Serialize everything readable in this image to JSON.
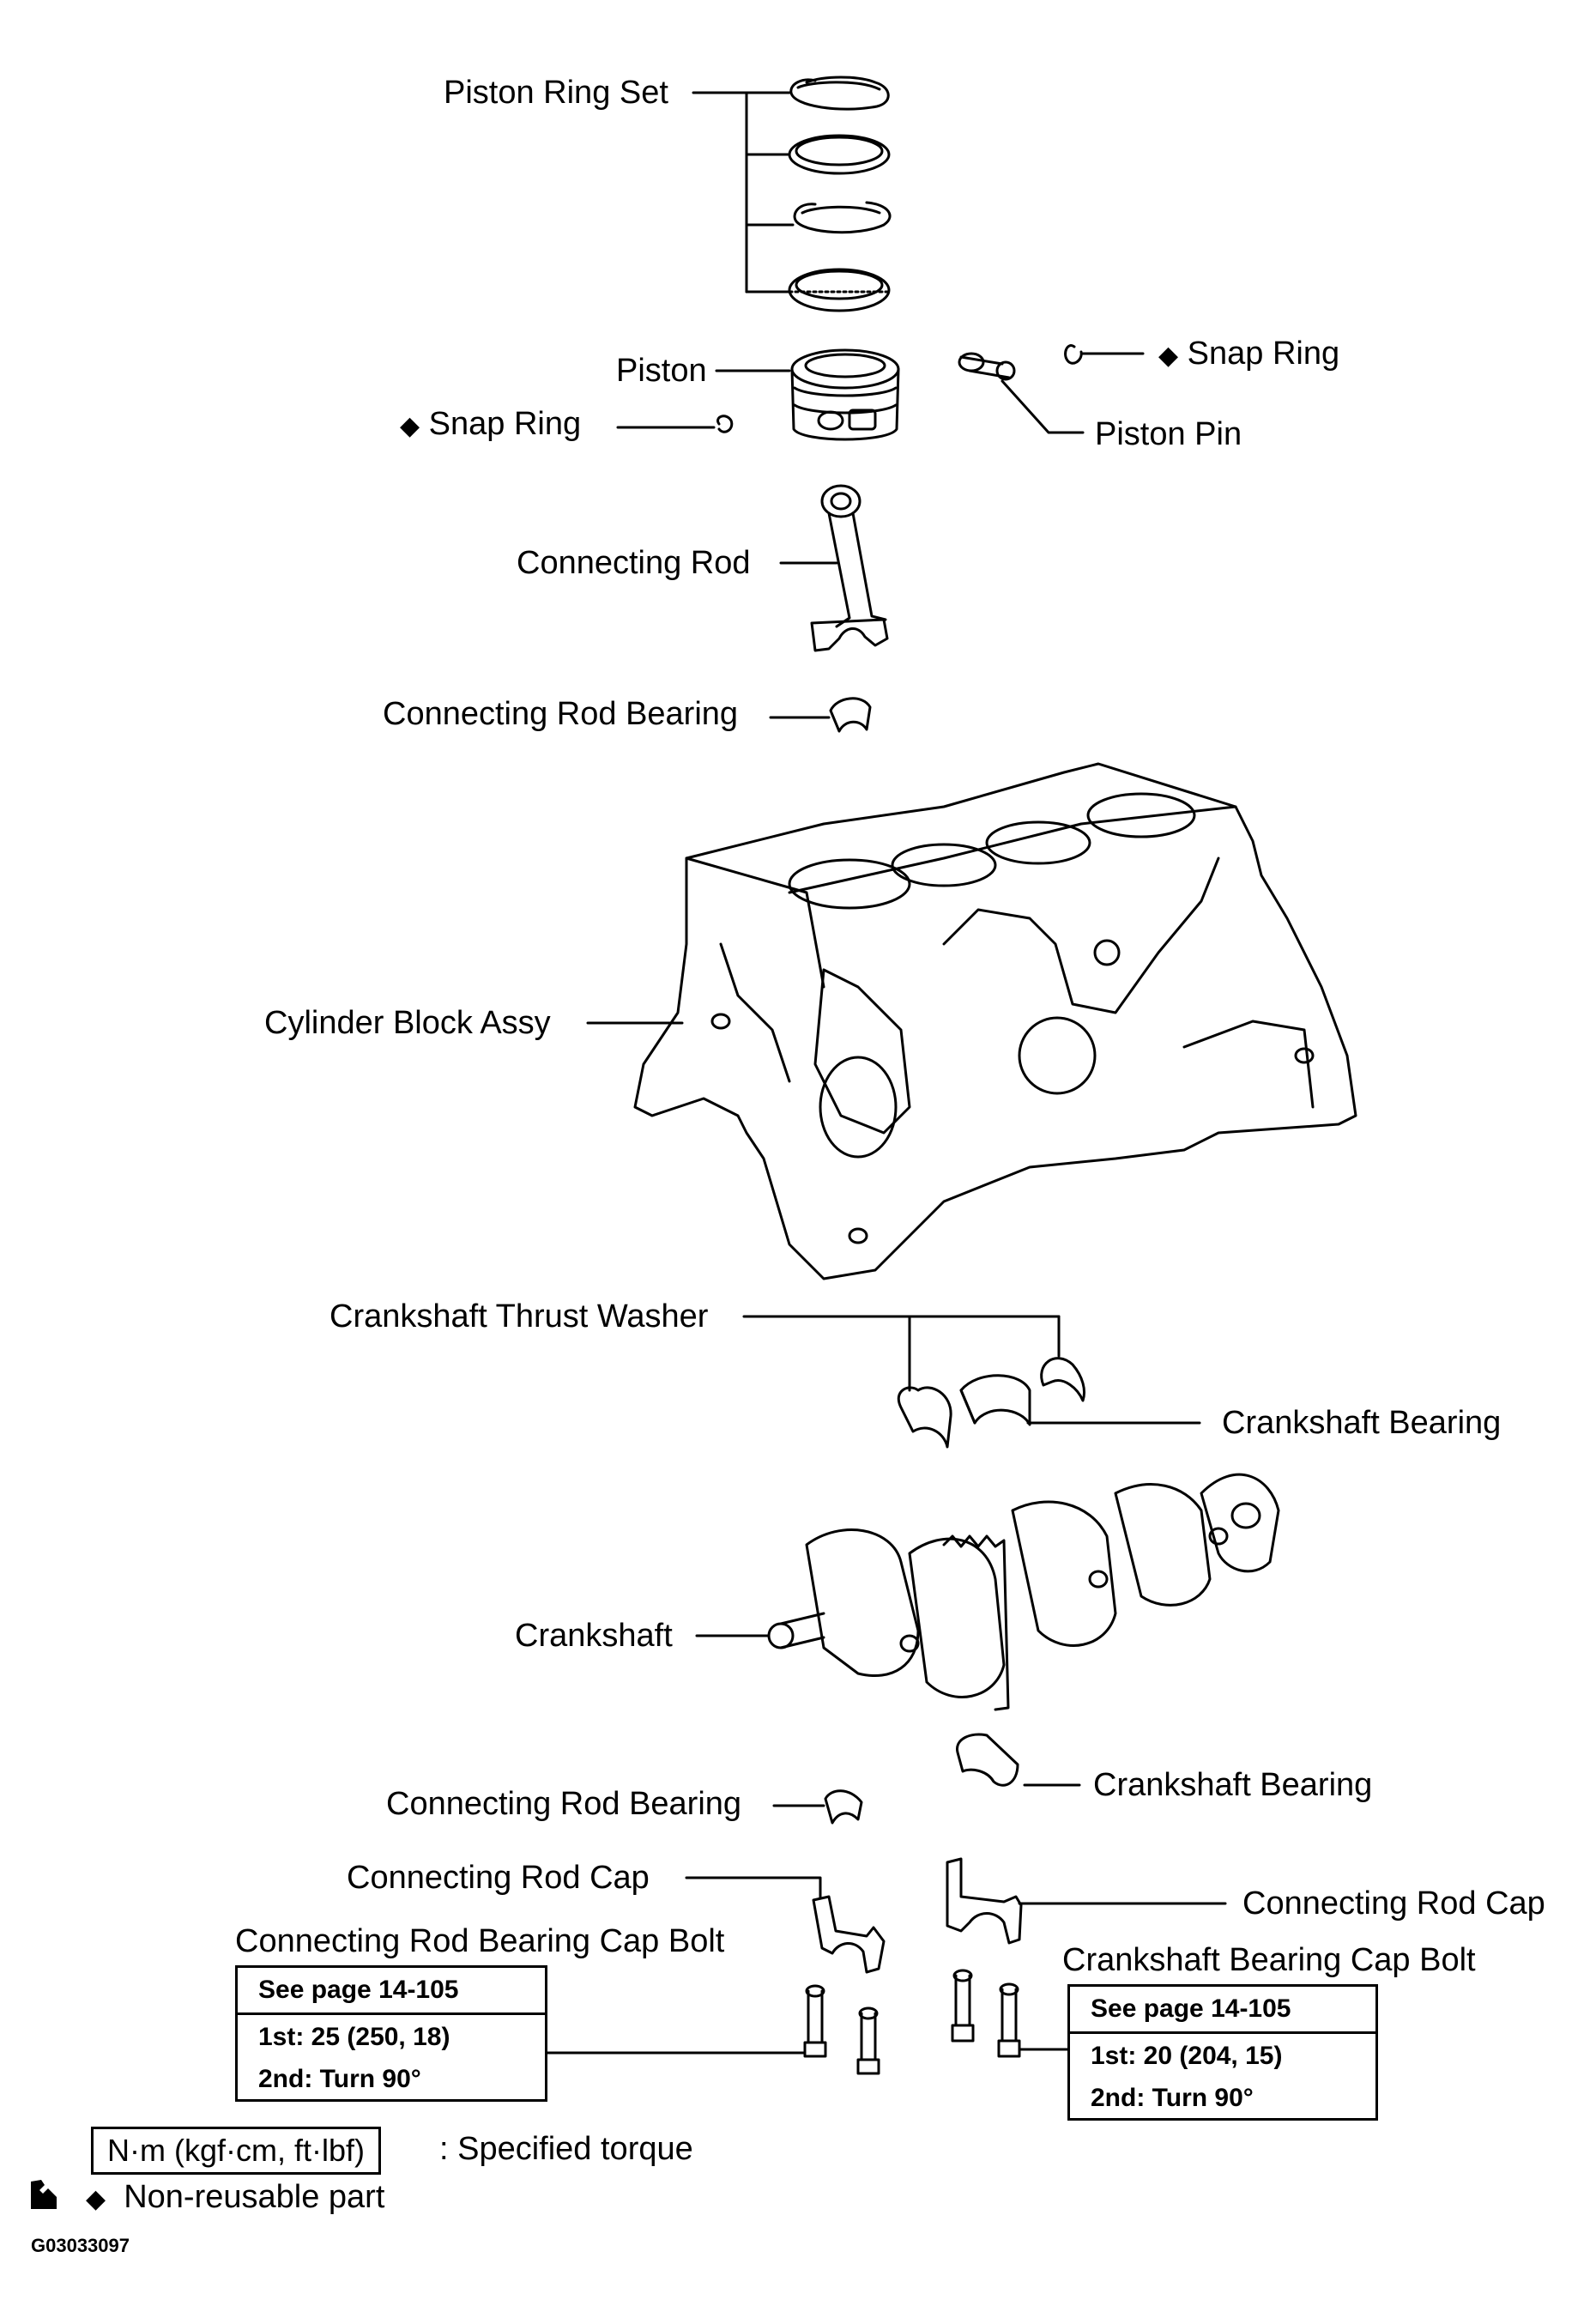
{
  "labels": {
    "piston_ring_set": "Piston Ring Set",
    "piston": "Piston",
    "snap_ring_left": "Snap Ring",
    "snap_ring_right": "Snap Ring",
    "piston_pin": "Piston Pin",
    "connecting_rod": "Connecting Rod",
    "connecting_rod_bearing_top": "Connecting Rod Bearing",
    "cylinder_block_assy": "Cylinder Block Assy",
    "crankshaft_thrust_washer": "Crankshaft Thrust Washer",
    "crankshaft_bearing_top": "Crankshaft Bearing",
    "crankshaft": "Crankshaft",
    "connecting_rod_bearing_bottom": "Connecting Rod Bearing",
    "crankshaft_bearing_bottom": "Crankshaft Bearing",
    "connecting_rod_cap_left": "Connecting Rod Cap",
    "connecting_rod_cap_right": "Connecting Rod Cap",
    "connecting_rod_bearing_cap_bolt": "Connecting Rod Bearing Cap Bolt",
    "crankshaft_bearing_cap_bolt": "Crankshaft Bearing Cap Bolt"
  },
  "spec_left": {
    "page_ref": "See page 14-105",
    "first": "1st: 25 (250, 18)",
    "second": "2nd: Turn 90°"
  },
  "spec_right": {
    "page_ref": "See page 14-105",
    "first": "1st: 20 (204, 15)",
    "second": "2nd: Turn 90°"
  },
  "legend": {
    "torque_unit": "N·m (kgf·cm, ft·lbf)",
    "torque_desc": ": Specified torque",
    "nonreusable_desc": "Non-reusable part",
    "diamond_symbol": "◆"
  },
  "figure_code": "G03033097",
  "icons": [
    "diamond-icon",
    "wrench-icon"
  ]
}
